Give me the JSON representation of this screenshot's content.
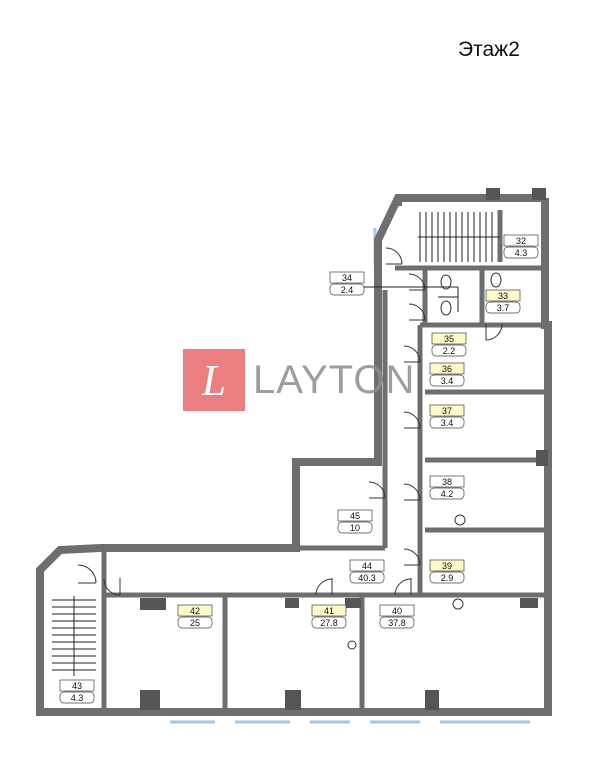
{
  "floor_title": "Этаж2",
  "logo": {
    "letter": "L",
    "name": "LAYTON"
  },
  "rooms": [
    {
      "number": "32",
      "area": "4.3"
    },
    {
      "number": "33",
      "area": "3.7"
    },
    {
      "number": "34",
      "area": "2.4"
    },
    {
      "number": "35",
      "area": "2.2"
    },
    {
      "number": "36",
      "area": "3.4"
    },
    {
      "number": "37",
      "area": "3.4"
    },
    {
      "number": "38",
      "area": "4.2"
    },
    {
      "number": "39",
      "area": "2.9"
    },
    {
      "number": "40",
      "area": "37.8"
    },
    {
      "number": "41",
      "area": "27.8"
    },
    {
      "number": "42",
      "area": "25"
    },
    {
      "number": "43",
      "area": "4.3"
    },
    {
      "number": "44",
      "area": "40.3"
    },
    {
      "number": "45",
      "area": "10"
    }
  ]
}
